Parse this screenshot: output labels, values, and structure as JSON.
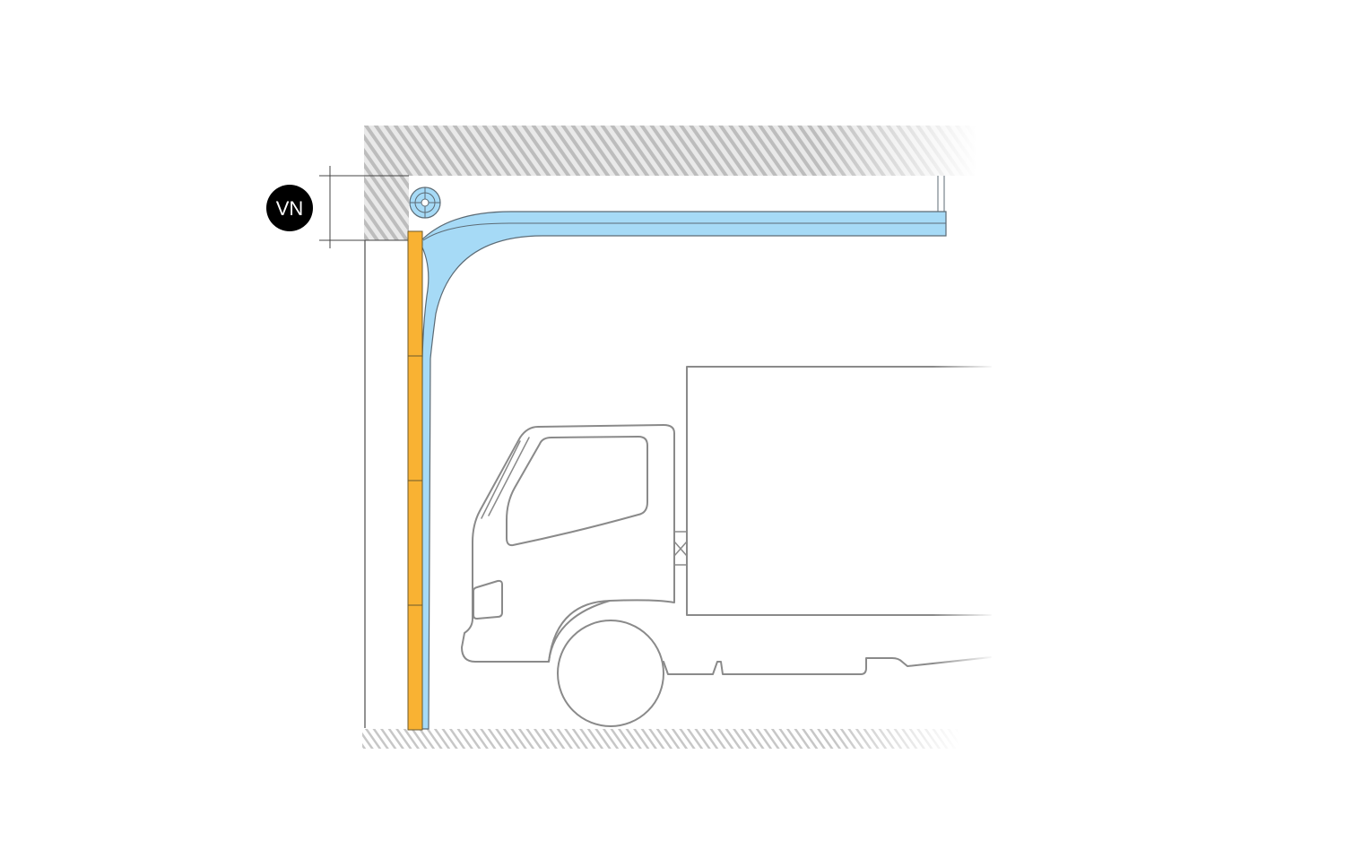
{
  "diagram": {
    "type": "sectional-garage-door-cross-section",
    "dimension_badge": {
      "label": "VN"
    },
    "colors": {
      "door_panels": "#F9B233",
      "track": "#A6DAF6",
      "track_outline": "#5c6b75",
      "wall_hatch": "#bdbdbd",
      "truck_outline": "#8a8a8a",
      "badge_fill": "#000000"
    },
    "door_panel_count": 4,
    "parts": [
      "ceiling",
      "wall",
      "floor",
      "torsion-spring-shaft",
      "door-panels",
      "vertical-and-horizontal-track",
      "truck"
    ]
  }
}
